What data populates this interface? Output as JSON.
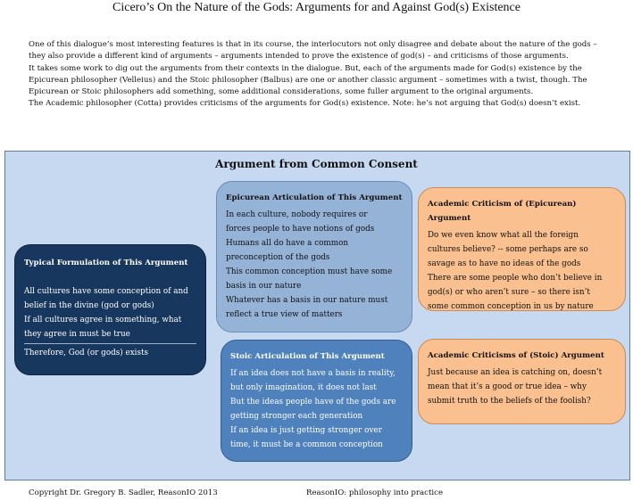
{
  "title": "Cicero’s On the Nature of the Gods: Arguments for and Against God(s) Existence",
  "intro": [
    "One of this dialogue’s most interesting features is that in its course, the interlocutors not only disagree and debate about the nature of the gods –",
    "they also provide a different kind of arguments – arguments intended to prove the existence of god(s) – and criticisms of those arguments.",
    "It takes some work to dig out the arguments from their contexts in the dialogue. But, each of the arguments made for God(s) existence by the",
    "Epicurean philosopher (Velleius) and the Stoic philosopher (Balbus) are one or another classic argument – sometimes with a twist, though. The",
    "Epicurean or Stoic philosophers add something, some additional considerations, some fuller argument to the original arguments.",
    "The Academic philosopher (Cotta) provides criticisms of the arguments for God(s) existence. Note: he’s not arguing that God(s) doesn’t exist."
  ],
  "panel_title": "Argument from Common Consent",
  "typical": {
    "title": "Typical Formulation of This Argument",
    "lines": [
      "All cultures have some conception of and",
      "belief in the divine (god or gods)",
      "If all cultures agree in something, what",
      "they agree in must be true"
    ],
    "conclusion": "Therefore, God (or gods) exists"
  },
  "epicurean": {
    "title": "Epicurean Articulation of This Argument",
    "lines": [
      "In each culture, nobody requires or",
      "forces people to have notions of gods",
      "Humans all do have a common",
      "preconception of the gods",
      "This common conception must have some",
      "basis in our nature",
      "Whatever has a basis in our nature must",
      "reflect a true view of matters"
    ]
  },
  "stoic": {
    "title": "Stoic Articulation of This Argument",
    "lines": [
      "If an idea does not have a basis in reality,",
      "but only imagination, it does not last",
      "But the ideas people have of the gods are",
      "getting stronger each generation",
      "If an idea is just getting stronger over",
      "time, it must be a common conception"
    ]
  },
  "academic_epicurean": {
    "title": "Academic Criticism of (Epicurean) Argument",
    "lines": [
      "Do we even know what all the foreign",
      "cultures believe?  -- some perhaps are so",
      "savage as to have no ideas of the gods",
      "There are some people who don’t believe in",
      "god(s) or who aren’t sure – so there isn’t",
      "some common conception in us by nature"
    ]
  },
  "academic_stoic": {
    "title": "Academic Criticisms of (Stoic) Argument",
    "lines": [
      "Just because an idea is catching on, doesn’t",
      "mean that it’s a good or true idea – why",
      "submit truth to the beliefs of the foolish?"
    ]
  },
  "footer": {
    "copyright": "Copyright Dr. Gregory B. Sadler, ReasonIO 2013",
    "tagline": "ReasonIO: philosophy into practice"
  }
}
